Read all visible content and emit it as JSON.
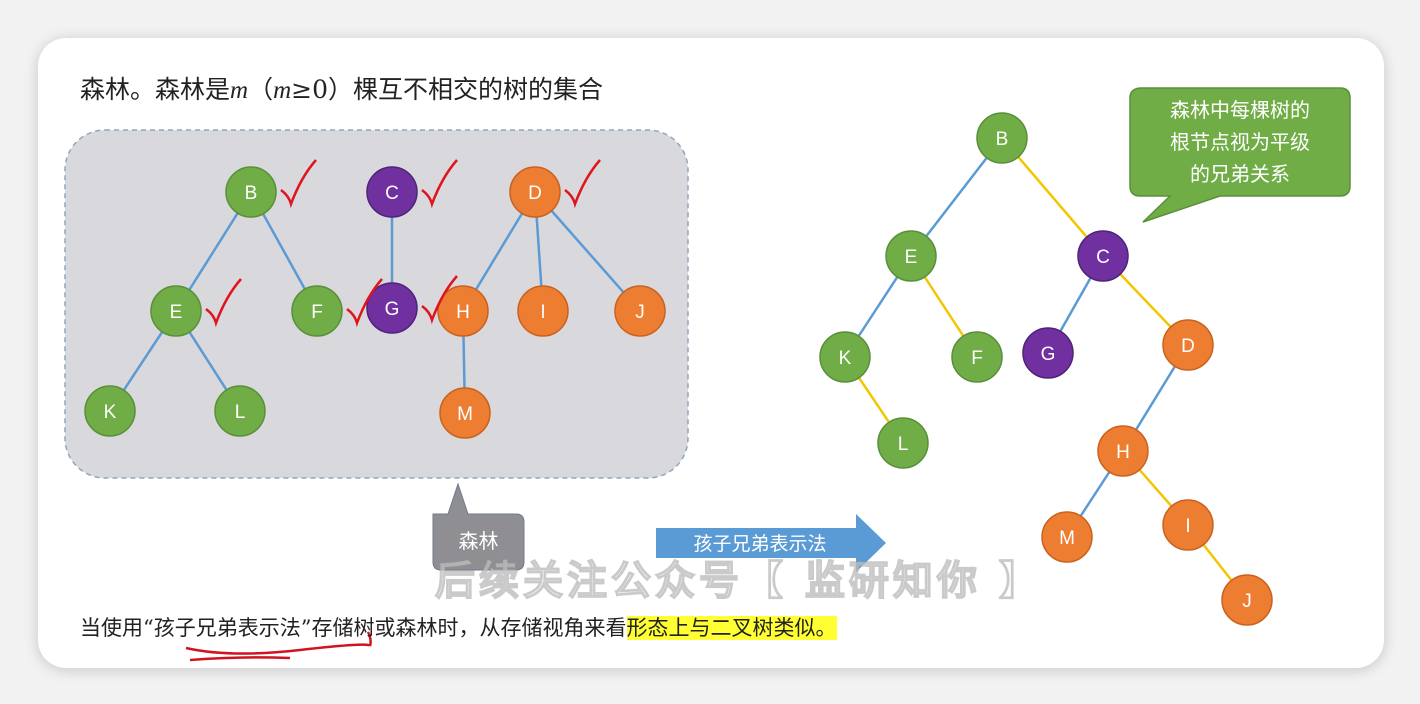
{
  "title": {
    "prefix": "森林。森林是",
    "m1": "m",
    "paren_open": "（",
    "m2": "m",
    "cond": "≥0",
    "paren_close": "）",
    "suffix": "棵互不相交的树的集合"
  },
  "forest_label": "森林",
  "arrow_label": "孩子兄弟表示法",
  "callout_lines": [
    "森林中每棵树的",
    "根节点视为平级",
    "的兄弟关系"
  ],
  "bottom": {
    "before": "当使用“",
    "underlined": "孩子兄弟表示法",
    "middle": "”存储树或森林时，从存储视角来看",
    "highlighted": "形态上与二叉树类似。"
  },
  "watermark": "后续关注公众号【 监研知你 】",
  "colors": {
    "green": "#70ad47",
    "purple": "#7030a0",
    "orange": "#ed7d31",
    "blue_edge": "#5b9bd5",
    "yellow_edge": "#f2c600",
    "check": "#e0141e",
    "highlight": "#ffff33"
  },
  "forest": {
    "nodes": [
      {
        "id": "B",
        "color": "green",
        "checked": true
      },
      {
        "id": "C",
        "color": "purple",
        "checked": true
      },
      {
        "id": "D",
        "color": "orange",
        "checked": true
      },
      {
        "id": "E",
        "color": "green",
        "checked": true
      },
      {
        "id": "F",
        "color": "green",
        "checked": true
      },
      {
        "id": "G",
        "color": "purple",
        "checked": true
      },
      {
        "id": "H",
        "color": "orange"
      },
      {
        "id": "I",
        "color": "orange"
      },
      {
        "id": "J",
        "color": "orange"
      },
      {
        "id": "K",
        "color": "green"
      },
      {
        "id": "L",
        "color": "green"
      },
      {
        "id": "M",
        "color": "orange"
      }
    ],
    "edges": [
      [
        "B",
        "E"
      ],
      [
        "B",
        "F"
      ],
      [
        "E",
        "K"
      ],
      [
        "E",
        "L"
      ],
      [
        "C",
        "G"
      ],
      [
        "D",
        "H"
      ],
      [
        "D",
        "I"
      ],
      [
        "D",
        "J"
      ],
      [
        "H",
        "M"
      ]
    ]
  },
  "binary_tree": {
    "nodes": [
      {
        "id": "B",
        "color": "green"
      },
      {
        "id": "E",
        "color": "green"
      },
      {
        "id": "C",
        "color": "purple"
      },
      {
        "id": "K",
        "color": "green"
      },
      {
        "id": "F",
        "color": "green"
      },
      {
        "id": "G",
        "color": "purple"
      },
      {
        "id": "D",
        "color": "orange"
      },
      {
        "id": "L",
        "color": "green"
      },
      {
        "id": "H",
        "color": "orange"
      },
      {
        "id": "M",
        "color": "orange"
      },
      {
        "id": "I",
        "color": "orange"
      },
      {
        "id": "J",
        "color": "orange"
      }
    ],
    "edges": [
      {
        "from": "B",
        "to": "E",
        "type": "child"
      },
      {
        "from": "B",
        "to": "C",
        "type": "sibling"
      },
      {
        "from": "E",
        "to": "K",
        "type": "child"
      },
      {
        "from": "E",
        "to": "F",
        "type": "sibling"
      },
      {
        "from": "K",
        "to": "L",
        "type": "sibling"
      },
      {
        "from": "C",
        "to": "G",
        "type": "child"
      },
      {
        "from": "C",
        "to": "D",
        "type": "sibling"
      },
      {
        "from": "D",
        "to": "H",
        "type": "child"
      },
      {
        "from": "H",
        "to": "M",
        "type": "child"
      },
      {
        "from": "H",
        "to": "I",
        "type": "sibling"
      },
      {
        "from": "I",
        "to": "J",
        "type": "sibling"
      }
    ]
  }
}
